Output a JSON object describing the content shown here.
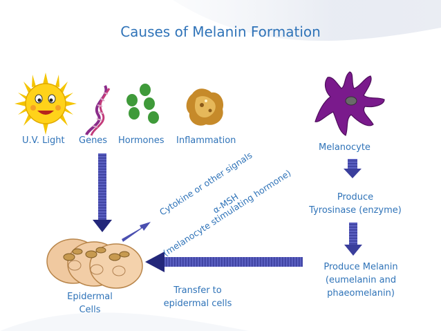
{
  "title": "Causes of Melanin Formation",
  "causes": [
    {
      "label": "U.V. Light",
      "icon": "sun-face-icon"
    },
    {
      "label": "Genes",
      "icon": "dna-helix-icon"
    },
    {
      "label": "Hormones",
      "icon": "hormone-cells-icon"
    },
    {
      "label": "Inflammation",
      "icon": "inflammation-blob-icon"
    }
  ],
  "melanocyte": {
    "label": "Melanocyte",
    "icon": "melanocyte-cell-icon"
  },
  "steps": {
    "produce_tyrosinase_1": "Produce",
    "produce_tyrosinase_2": "Tyrosinase (enzyme)",
    "produce_melanin_1": "Produce Melanin",
    "produce_melanin_2": "(eumelanin and",
    "produce_melanin_3": "phaeomelanin)"
  },
  "signals": {
    "line1": "Cytokine or other signals",
    "line2": "α-MSH",
    "line3": "(melanocyte stimulating hormone)"
  },
  "epidermal": {
    "line1": "Epidermal",
    "line2": "Cells"
  },
  "transfer": {
    "line1": "Transfer to",
    "line2": "epidermal cells"
  },
  "colors": {
    "text": "#2f73b8",
    "arrow": "#4a4fb0",
    "arrow_dark": "#23277a",
    "melanocyte": "#7a1a8c"
  }
}
